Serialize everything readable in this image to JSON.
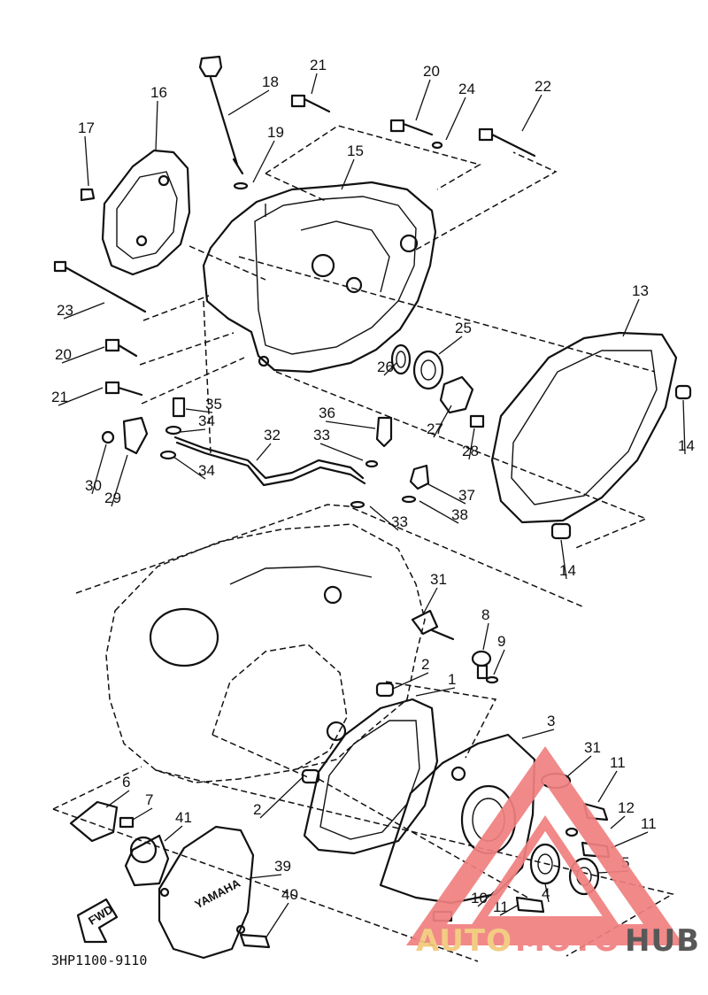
{
  "diagram": {
    "part_numbers": [
      "1",
      "2",
      "2",
      "3",
      "4",
      "5",
      "6",
      "7",
      "8",
      "9",
      "10",
      "11",
      "11",
      "11",
      "12",
      "13",
      "14",
      "14",
      "15",
      "16",
      "17",
      "18",
      "19",
      "20",
      "20",
      "21",
      "21",
      "22",
      "23",
      "24",
      "25",
      "26",
      "27",
      "28",
      "29",
      "30",
      "31",
      "31",
      "32",
      "33",
      "33",
      "34",
      "34",
      "35",
      "36",
      "37",
      "38",
      "39",
      "40",
      "41"
    ],
    "drawing_code": "3HP1100-9110",
    "fwd_label": "FWD",
    "cover_lettering": "YAMAHA"
  },
  "watermark": {
    "brand_part1": "AUTO",
    "brand_part2": "MOTO",
    "brand_part3": "HUB",
    "color_primary": "#f08080",
    "color_secondary": "#f2c879",
    "color_dark": "#4a4a4a",
    "icon": "triangle-logo-icon"
  }
}
